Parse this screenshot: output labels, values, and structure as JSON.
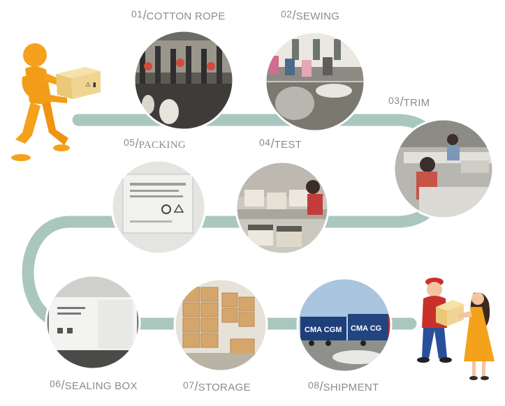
{
  "steps": [
    {
      "num": "01",
      "name": "COTTON ROPE"
    },
    {
      "num": "02",
      "name": "SEWING"
    },
    {
      "num": "03",
      "name": "TRIM"
    },
    {
      "num": "04",
      "name": "TEST"
    },
    {
      "num": "05",
      "name": "PACKING"
    },
    {
      "num": "06",
      "name": "SEALING BOX"
    },
    {
      "num": "07",
      "name": "STORAGE"
    },
    {
      "num": "08",
      "name": "SHIPMENT"
    }
  ],
  "container_text": {
    "left": "CMA CGM",
    "right": "CMA CG"
  },
  "colors": {
    "track": "#aac7bf",
    "label": "#8c8c8c",
    "figure_orange": "#f5a11b",
    "box": "#f0d592",
    "courier_red": "#c9302c",
    "courier_blue": "#2a4f9a",
    "woman_dress": "#f4a21a"
  },
  "icons": {
    "left_figure": "person-carrying-box-icon",
    "right_figure": "courier-delivering-package-icon"
  }
}
